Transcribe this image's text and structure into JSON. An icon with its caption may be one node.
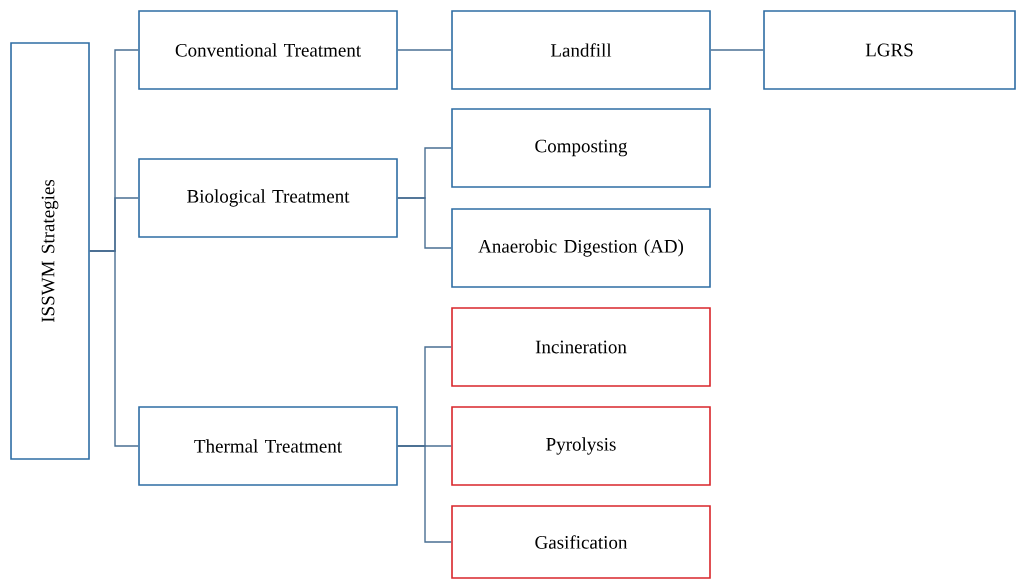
{
  "diagram": {
    "nodes": [
      {
        "text": [
          "ISSWM Strategies"
        ]
      },
      {
        "text": [
          "Conventional Treatment"
        ]
      },
      {
        "text": [
          "Landfill"
        ]
      },
      {
        "text": [
          "LGRS"
        ]
      },
      {
        "text": [
          "Biological  Treatment"
        ]
      },
      {
        "text": [
          "Composting"
        ]
      },
      {
        "text": [
          "Anaerobic Digestion (AD)"
        ]
      },
      {
        "text": [
          "Thermal Treatment"
        ]
      },
      {
        "text": [
          "Incineration"
        ]
      },
      {
        "text": [
          "Pyrolysis"
        ]
      },
      {
        "text": [
          "Gasification"
        ]
      }
    ],
    "edges": [
      {
        "from": 0,
        "to": 1,
        "arrow": "none"
      },
      {
        "from": 0,
        "to": 4,
        "arrow": "none"
      },
      {
        "from": 0,
        "to": 7,
        "arrow": "none"
      },
      {
        "from": 1,
        "to": 2,
        "arrow": "none"
      },
      {
        "from": 2,
        "to": 3,
        "arrow": "none"
      },
      {
        "from": 4,
        "to": 5,
        "arrow": "none"
      },
      {
        "from": 4,
        "to": 6,
        "arrow": "none"
      },
      {
        "from": 7,
        "to": 8,
        "arrow": "none"
      },
      {
        "from": 7,
        "to": 9,
        "arrow": "none"
      },
      {
        "from": 7,
        "to": 10,
        "arrow": "none"
      }
    ]
  }
}
